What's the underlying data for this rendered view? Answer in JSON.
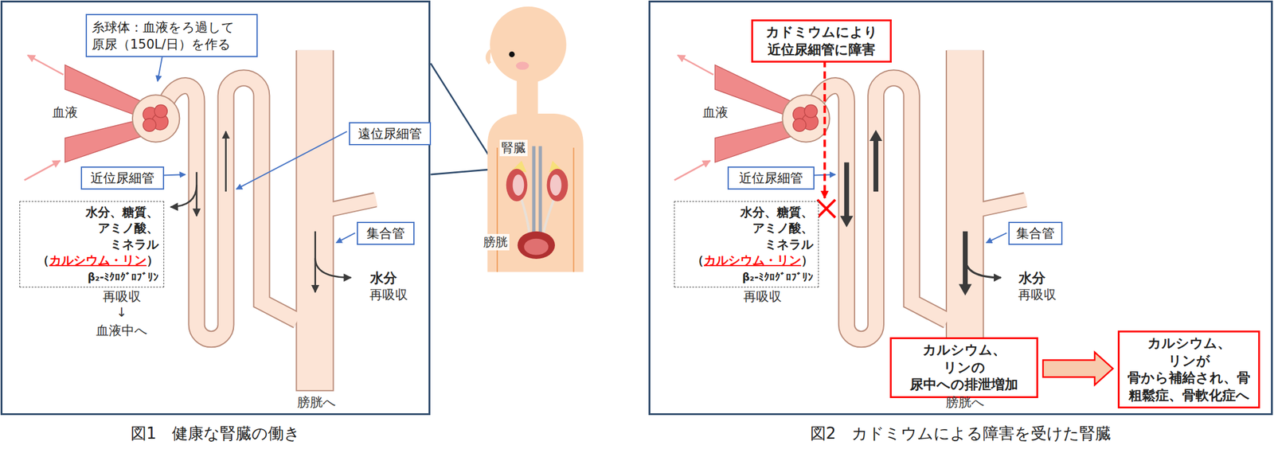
{
  "diagram": {
    "nodes": [
      {
        "text": [
          "図1　健康な腎臓の働き"
        ]
      },
      {
        "text": [
          "糸球体：血液をろ過して 原尿（150L/日）を作る"
        ],
        "in": 0
      },
      {
        "text": [
          "近位尿細管"
        ],
        "in": 0
      },
      {
        "text": [
          "遠位尿細管"
        ],
        "in": 0
      },
      {
        "text": [
          "水分、糖質、 アミノ酸、 ミネラル",
          "（",
          "カルシウム・リン",
          "）",
          "β₂-ﾐｸﾛｸﾞﾛﾌﾞﾘﾝ"
        ],
        "in": 0
      },
      {
        "text": [
          "集合管"
        ],
        "in": 0
      },
      {
        "text": [
          "図2　カドミウムによる障害を受けた腎臓"
        ]
      },
      {
        "text": [
          "カドミウムにより 近位尿細管に障害"
        ],
        "in": 6
      },
      {
        "text": [
          "近位尿細管"
        ],
        "in": 6
      },
      {
        "text": [
          "水分、糖質、 アミノ酸、 ミネラル",
          "（",
          "カルシウム・リン",
          "）",
          "β₂-ﾐｸﾛｸﾞﾛﾌﾞﾘﾝ"
        ],
        "in": 6
      },
      {
        "text": [
          "集合管"
        ],
        "in": 6
      },
      {
        "text": [
          "カルシウム、リンの 尿中への排泄増加"
        ],
        "in": 6
      },
      {
        "text": [
          "カルシウム、リンが 骨から補給され、骨 粗鬆症、骨軟化症へ"
        ],
        "in": 6
      }
    ],
    "edges": [
      {
        "from": 11,
        "to": 12,
        "arrow": "to"
      }
    ],
    "labels": [
      "血液",
      "再吸収",
      "↓",
      "血液中へ",
      "水分",
      "再吸収",
      "膀胱へ",
      "腎臓",
      "膀胱",
      "血液",
      "再吸収",
      "水分",
      "再吸収",
      "膀胱へ"
    ]
  }
}
